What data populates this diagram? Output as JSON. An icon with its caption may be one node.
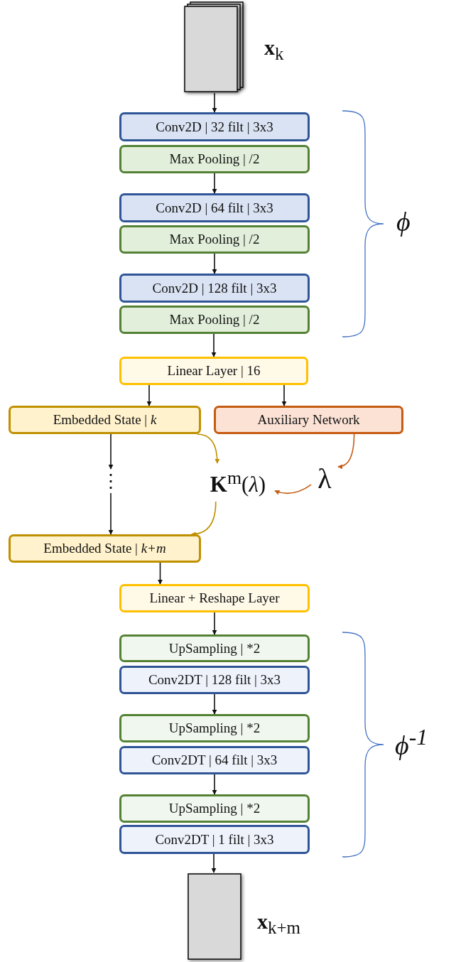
{
  "diagram": {
    "nodes": [
      {
        "text": [],
        "shape": "box",
        "beside": [
          "**x**$_{k}$"
        ]
      },
      {
        "text": [
          "Conv2D | 32 filt | 3x3"
        ]
      },
      {
        "text": [
          "Max Pooling | /2"
        ]
      },
      {
        "text": [
          "Conv2D | 64 filt | 3x3"
        ]
      },
      {
        "text": [
          "Max Pooling | /2"
        ]
      },
      {
        "text": [
          "Conv2D | 128 filt | 3x3"
        ]
      },
      {
        "text": [
          "Max Pooling | /2"
        ]
      },
      {
        "text": [
          "Linear Layer | 16"
        ]
      },
      {
        "text": [
          "Embedded State | *k*"
        ]
      },
      {
        "text": [
          "Auxiliary Network"
        ]
      },
      {
        "text": [
          "⋮"
        ]
      },
      {
        "text": [
          "**K**$^{m}$(*λ*)"
        ]
      },
      {
        "text": [
          "λ"
        ]
      },
      {
        "text": [
          "Embedded State | *k+m*"
        ]
      },
      {
        "text": [
          "Linear + Reshape Layer"
        ]
      },
      {
        "text": [
          "UpSampling | *2"
        ]
      },
      {
        "text": [
          "Conv2DT | 128 filt | 3x3"
        ]
      },
      {
        "text": [
          "UpSampling | *2"
        ]
      },
      {
        "text": [
          "Conv2DT | 64 filt | 3x3"
        ]
      },
      {
        "text": [
          "UpSampling | *2"
        ]
      },
      {
        "text": [
          "Conv2DT | 1 filt | 3x3"
        ]
      },
      {
        "text": [],
        "shape": "box",
        "beside": [
          "**x**$_{k+m}$"
        ]
      }
    ],
    "edges": [
      {
        "from": 0,
        "to": 1,
        "arrow": "to"
      },
      {
        "from": 2,
        "to": 3,
        "arrow": "to"
      },
      {
        "from": 4,
        "to": 5,
        "arrow": "to"
      },
      {
        "from": 6,
        "to": 7,
        "arrow": "to"
      },
      {
        "from": 7,
        "to": 8,
        "arrow": "to"
      },
      {
        "from": 7,
        "to": 9,
        "arrow": "to"
      },
      {
        "from": 8,
        "to": 10,
        "arrow": "to"
      },
      {
        "from": 10,
        "to": 13,
        "arrow": "to"
      },
      {
        "from": 8,
        "to": 11,
        "arrow": "to",
        "color": "#bf9000"
      },
      {
        "from": 9,
        "to": 12,
        "arrow": "to",
        "color": "#c55a11"
      },
      {
        "from": 12,
        "to": 11,
        "arrow": "to",
        "color": "#c55a11"
      },
      {
        "from": 11,
        "to": 13,
        "arrow": "to",
        "color": "#bf9000"
      },
      {
        "from": 13,
        "to": 14,
        "arrow": "to"
      },
      {
        "from": 14,
        "to": 15,
        "arrow": "to"
      },
      {
        "from": 16,
        "to": 17,
        "arrow": "to"
      },
      {
        "from": 18,
        "to": 19,
        "arrow": "to"
      },
      {
        "from": 20,
        "to": 21,
        "arrow": "to"
      }
    ],
    "labels": [
      "ϕ",
      "ϕ$^{-1}$"
    ]
  }
}
